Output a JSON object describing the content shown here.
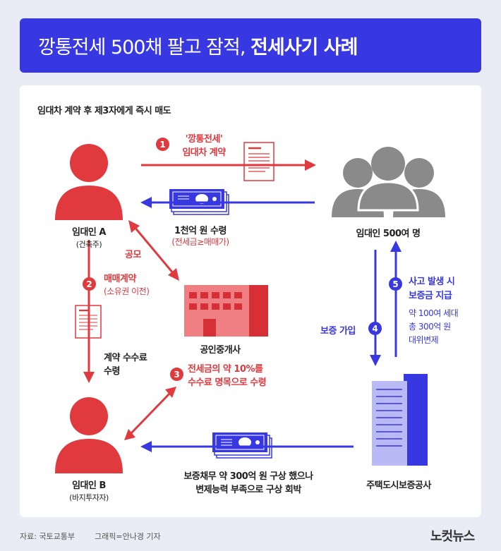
{
  "banner": {
    "title_normal": "깡통전세 500채 팔고 잠적,",
    "title_bold": "전세사기 사례"
  },
  "subtitle": "임대차 계약 후 제3자에게 즉시 매도",
  "nodes": {
    "landlord_a": {
      "name": "임대인 A",
      "sub": "(건축주)"
    },
    "tenants": {
      "name": "임대인 500여 명"
    },
    "broker": {
      "name": "공인중개사"
    },
    "landlord_b": {
      "name": "임대인 B",
      "sub": "(바지투자자)"
    },
    "hug": {
      "name": "주택도시보증공사"
    }
  },
  "steps": {
    "s1": {
      "num": "1",
      "line1": "'깡통전세'",
      "line2": "임대차 계약"
    },
    "receive": {
      "line1": "1천억 원 수령",
      "line2": "(전세금≥매매가)"
    },
    "collusion": "공모",
    "s2": {
      "num": "2",
      "line1": "매매계약",
      "line2": "(소유권 이전)"
    },
    "fee": {
      "line1": "계약 수수료",
      "line2": "수령"
    },
    "s3": {
      "num": "3",
      "line1": "전세금의 약 10%를",
      "line2": "수수료 명목으로 수령"
    },
    "s4": {
      "num": "4",
      "label": "보증 가입"
    },
    "s5": {
      "num": "5",
      "line1": "사고 발생 시",
      "line2": "보증금 지급",
      "d1": "약 100여 세대",
      "d2": "총 300억 원",
      "d3": "대위변제"
    },
    "recourse": {
      "line1": "보증채무 약 300억 원 구상 했으나",
      "line2": "변제능력 부족으로 구상 회박"
    }
  },
  "footer": {
    "source": "자료: 국토교통부",
    "graphic": "그래픽=안나경 기자",
    "logo": "노컷뉴스"
  },
  "colors": {
    "red": "#e0393e",
    "blue": "#3838e3",
    "gray": "#8a8a8a"
  }
}
